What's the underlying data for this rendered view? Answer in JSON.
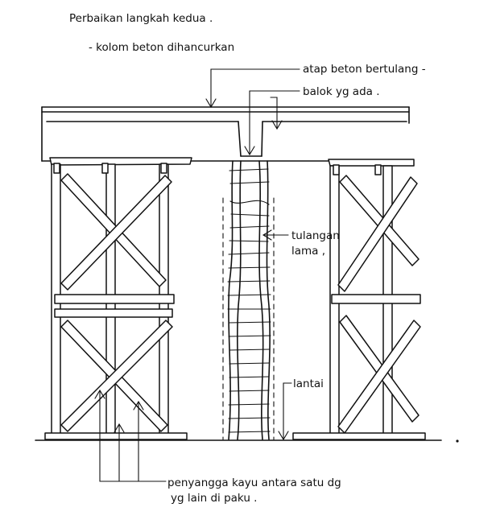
{
  "caption": {
    "title": "Perbaikan langkah kedua .",
    "subtitle": "- kolom  beton  dihancurkan"
  },
  "labels": {
    "roof": "atap beton bertulang  -",
    "beam": "balok  yg ada .",
    "rebar_line1": "tulangan",
    "rebar_line2": "lama ,",
    "floor": "lantai",
    "props_line1": "penyangga  kayu  antara  satu  dg",
    "props_line2": "yg lain  di paku ."
  }
}
